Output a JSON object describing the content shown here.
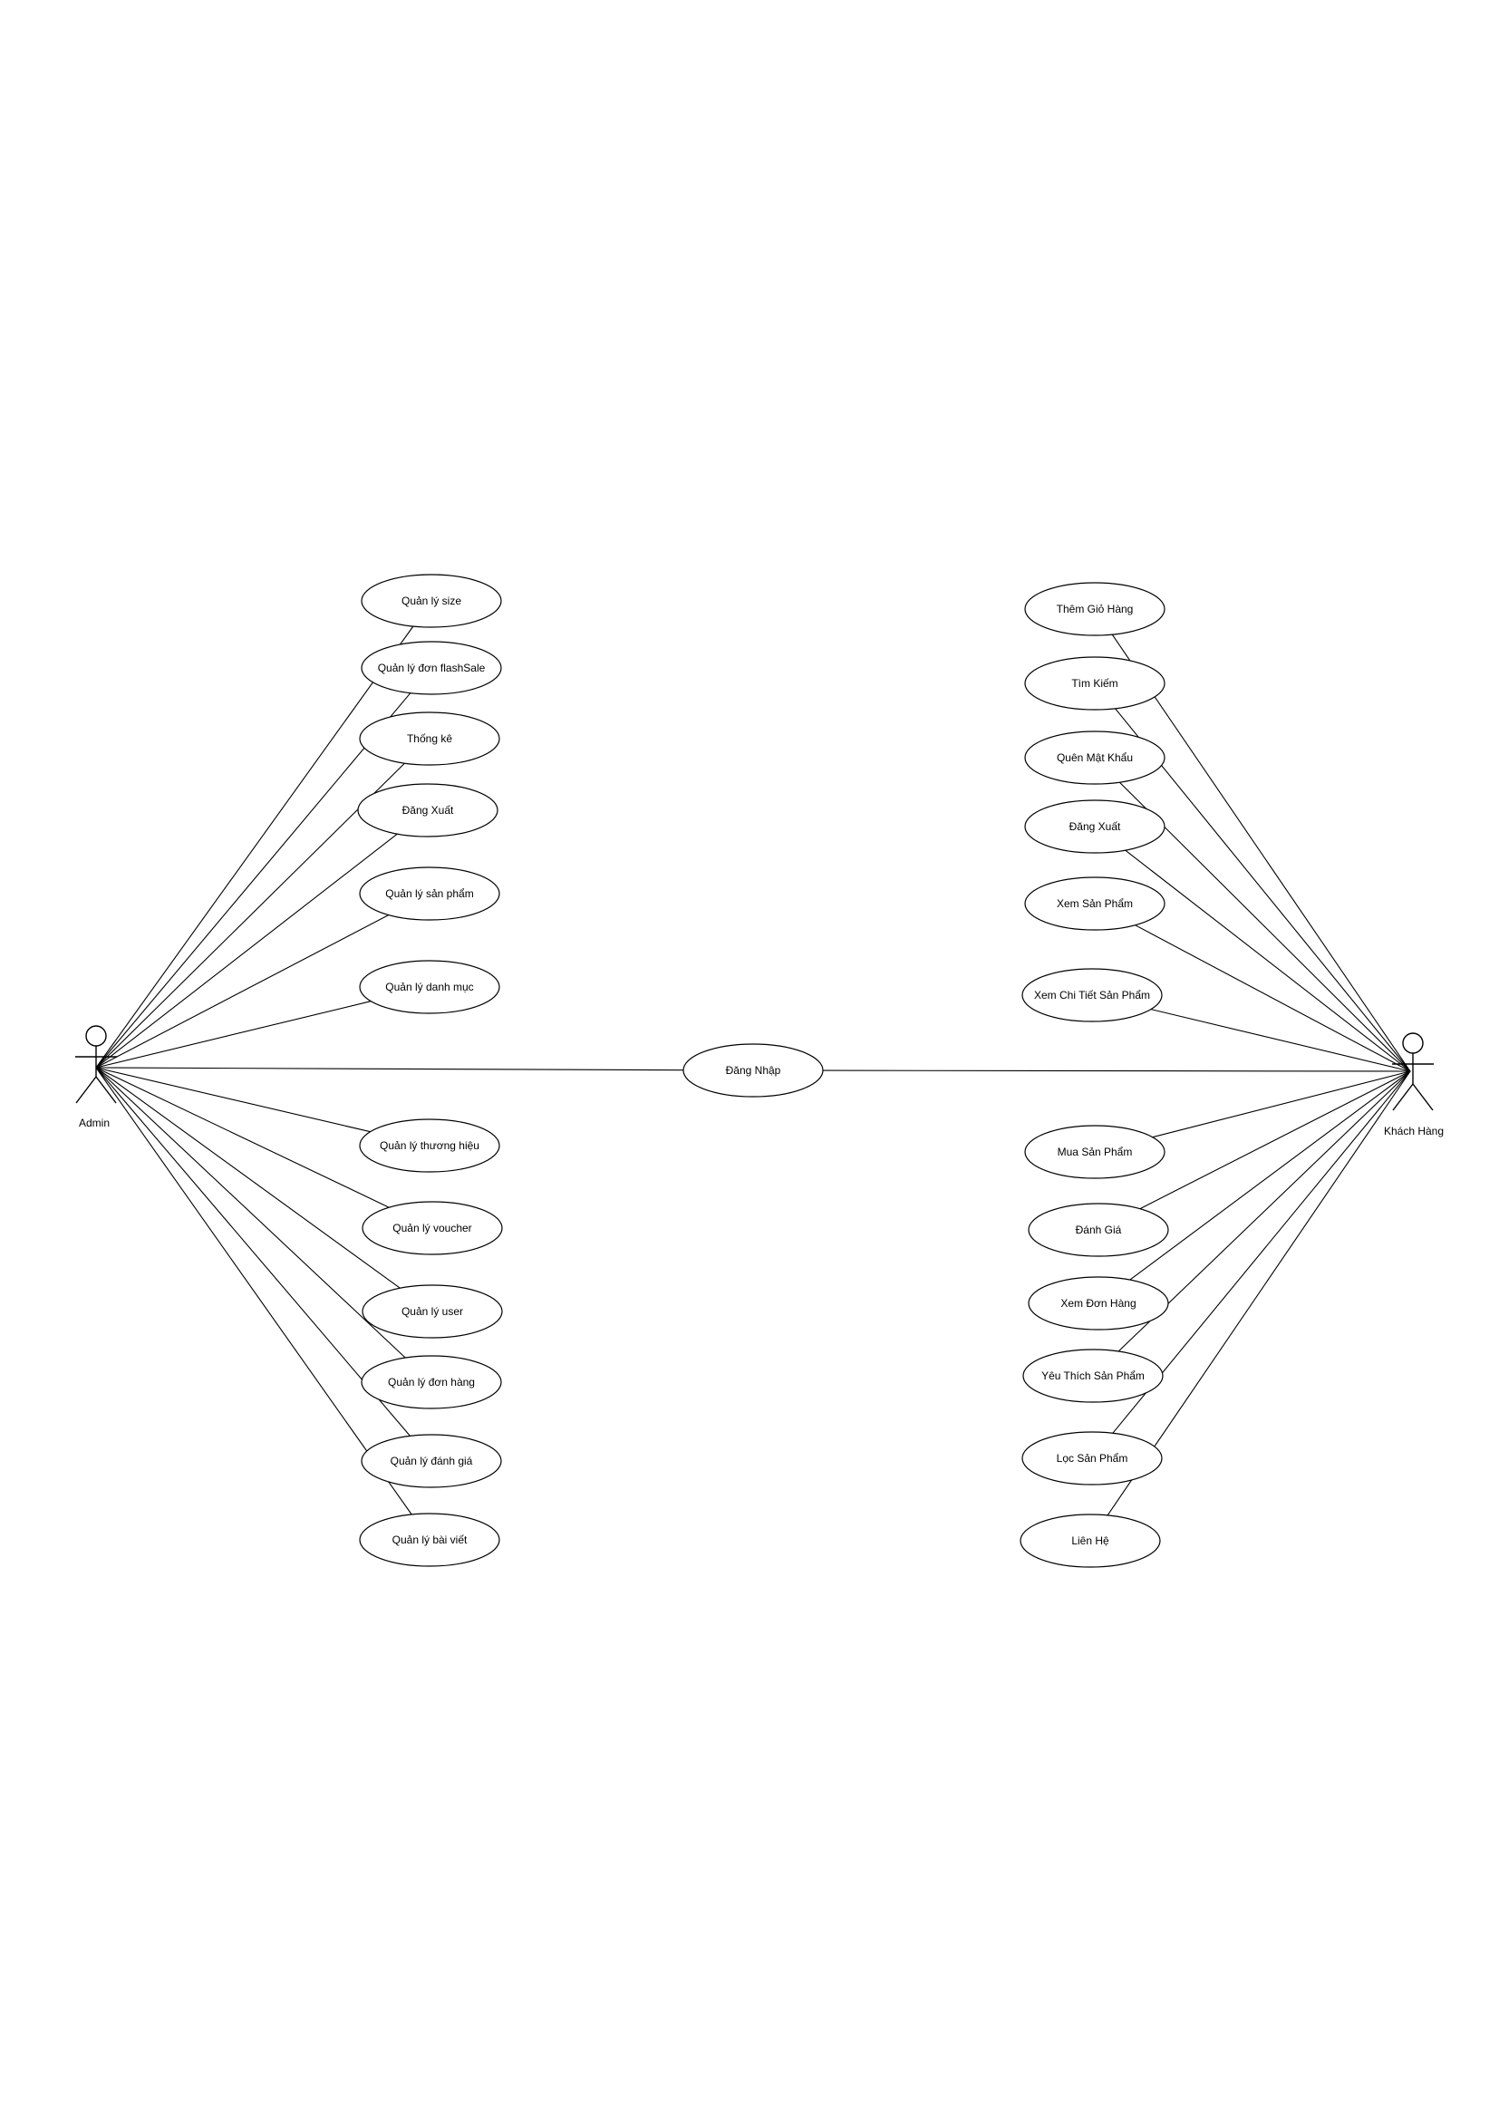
{
  "diagram": {
    "type": "use-case",
    "actors": [
      {
        "id": "admin",
        "label": "Admin"
      },
      {
        "id": "customer",
        "label": "Khách Hàng"
      }
    ],
    "shared_use_case": {
      "id": "login",
      "label": "Đăng Nhập",
      "actors": [
        "admin",
        "customer"
      ]
    },
    "admin_use_cases": [
      {
        "id": "a-size",
        "label": "Quản lý size"
      },
      {
        "id": "a-flashsale",
        "label": "Quản lý đơn flashSale"
      },
      {
        "id": "a-stats",
        "label": "Thống kê"
      },
      {
        "id": "a-logout",
        "label": "Đăng Xuất"
      },
      {
        "id": "a-products",
        "label": "Quản lý sản phẩm"
      },
      {
        "id": "a-categories",
        "label": "Quản lý danh mục"
      },
      {
        "id": "a-brands",
        "label": "Quản lý thương hiệu"
      },
      {
        "id": "a-vouchers",
        "label": "Quản lý voucher"
      },
      {
        "id": "a-users",
        "label": "Quản lý user"
      },
      {
        "id": "a-orders",
        "label": "Quản lý đơn hàng"
      },
      {
        "id": "a-reviews",
        "label": "Quản lý đánh giá"
      },
      {
        "id": "a-posts",
        "label": "Quản lý bài viết"
      }
    ],
    "customer_use_cases": [
      {
        "id": "c-addcart",
        "label": "Thêm Giỏ Hàng"
      },
      {
        "id": "c-search",
        "label": "Tìm Kiếm"
      },
      {
        "id": "c-forgot",
        "label": "Quên Mật Khẩu"
      },
      {
        "id": "c-logout",
        "label": "Đăng Xuất"
      },
      {
        "id": "c-view",
        "label": "Xem Sản Phẩm"
      },
      {
        "id": "c-detail",
        "label": "Xem Chi Tiết Sản Phẩm"
      },
      {
        "id": "c-buy",
        "label": "Mua Sản Phẩm"
      },
      {
        "id": "c-review",
        "label": "Đánh Giá"
      },
      {
        "id": "c-orders",
        "label": "Xem Đơn Hàng"
      },
      {
        "id": "c-favorite",
        "label": "Yêu Thích Sản Phẩm"
      },
      {
        "id": "c-filter",
        "label": "Lọc Sản Phẩm"
      },
      {
        "id": "c-contact",
        "label": "Liên Hệ"
      }
    ]
  }
}
